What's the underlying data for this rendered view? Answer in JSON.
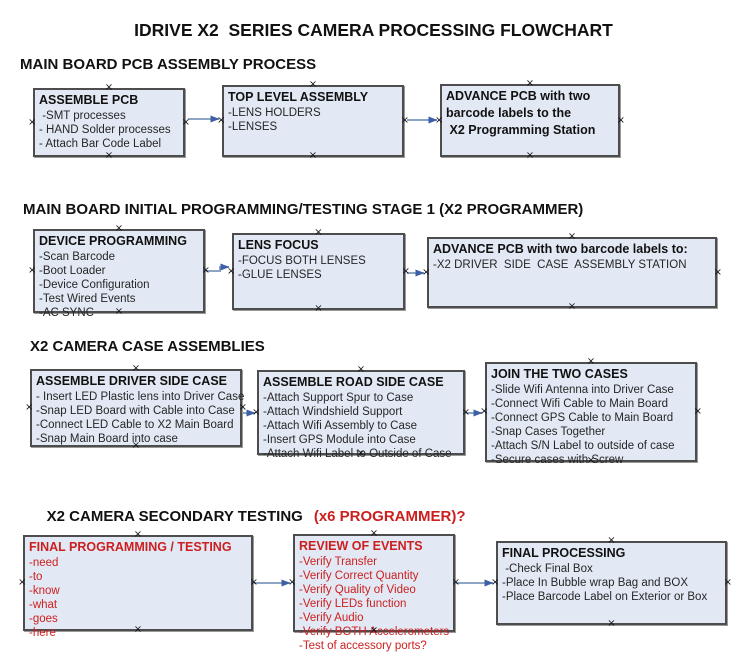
{
  "title": "IDRIVE X2  SERIES CAMERA PROCESSING FLOWCHART",
  "colors": {
    "box_fill": "#e2e9f4",
    "box_border": "#4d4d4d",
    "arrow_line": "#8ca5c4",
    "arrow_head": "#3c5fa6",
    "red_text": "#cc2020",
    "black_text": "#1a1a1a"
  },
  "sections": [
    {
      "heading": "MAIN BOARD PCB ASSEMBLY PROCESS",
      "boxes": [
        {
          "title": "ASSEMBLE PCB",
          "items": [
            " -SMT processes",
            "- HAND Solder processes",
            "- Attach Bar Code Label"
          ]
        },
        {
          "title": "TOP LEVEL ASSEMBLY",
          "items": [
            "-LENS HOLDERS",
            "-LENSES"
          ]
        },
        {
          "title": "ADVANCE PCB with two\nbarcode labels to the\n X2 Programming Station",
          "items": []
        }
      ]
    },
    {
      "heading": "MAIN BOARD INITIAL PROGRAMMING/TESTING STAGE 1 (X2 PROGRAMMER)",
      "boxes": [
        {
          "title": "DEVICE PROGRAMMING",
          "items": [
            "-Scan Barcode",
            "-Boot Loader",
            "-Device Configuration",
            "-Test Wired Events",
            "-AC SYNC"
          ]
        },
        {
          "title": "LENS FOCUS",
          "items": [
            "-FOCUS BOTH LENSES",
            "-GLUE LENSES"
          ]
        },
        {
          "title": "ADVANCE PCB with two barcode labels to:",
          "items": [
            "-X2 DRIVER  SIDE  CASE  ASSEMBLY STATION"
          ]
        }
      ]
    },
    {
      "heading": "X2 CAMERA CASE ASSEMBLIES",
      "boxes": [
        {
          "title": "ASSEMBLE DRIVER SIDE CASE",
          "items": [
            "- Insert LED Plastic lens into Driver Case",
            "-Snap LED Board with Cable into Case",
            "-Connect LED Cable to X2 Main Board",
            "-Snap Main Board into case"
          ]
        },
        {
          "title": "ASSEMBLE ROAD SIDE CASE",
          "items": [
            "-Attach Support Spur to Case",
            "-Attach Windshield Support",
            "-Attach Wifi Assembly to Case",
            "-Insert GPS Module into Case",
            "-Attach Wifi Label to Outside of Case"
          ]
        },
        {
          "title": "JOIN THE TWO CASES",
          "items": [
            "-Slide Wifi Antenna into Driver Case",
            "-Connect Wifi Cable to Main Board",
            "-Connect GPS Cable to Main Board",
            "-Snap Cases Together",
            "-Attach S/N Label to outside of case",
            "-Secure cases with Screw"
          ]
        }
      ]
    },
    {
      "heading": "X2 CAMERA SECONDARY TESTING",
      "heading_red": "(x6 PROGRAMMER)?",
      "boxes": [
        {
          "title": "FINAL PROGRAMMING / TESTING",
          "red": true,
          "items": [
            "-need",
            "-to",
            "-know",
            "-what",
            "-goes",
            "-here"
          ]
        },
        {
          "title": "REVIEW OF EVENTS",
          "red": true,
          "items": [
            "-Verify Transfer",
            "-Verify Correct Quantity",
            "-Verify Quality of Video",
            "-Verify LEDs function",
            "-Verify Audio",
            "-Verify BOTH Accelerometers",
            "-Test of accessory ports?"
          ]
        },
        {
          "title": "FINAL PROCESSING",
          "items": [
            " -Check Final Box",
            "-Place In Bubble wrap Bag and BOX",
            "-Place Barcode Label on Exterior or Box"
          ]
        }
      ]
    }
  ]
}
